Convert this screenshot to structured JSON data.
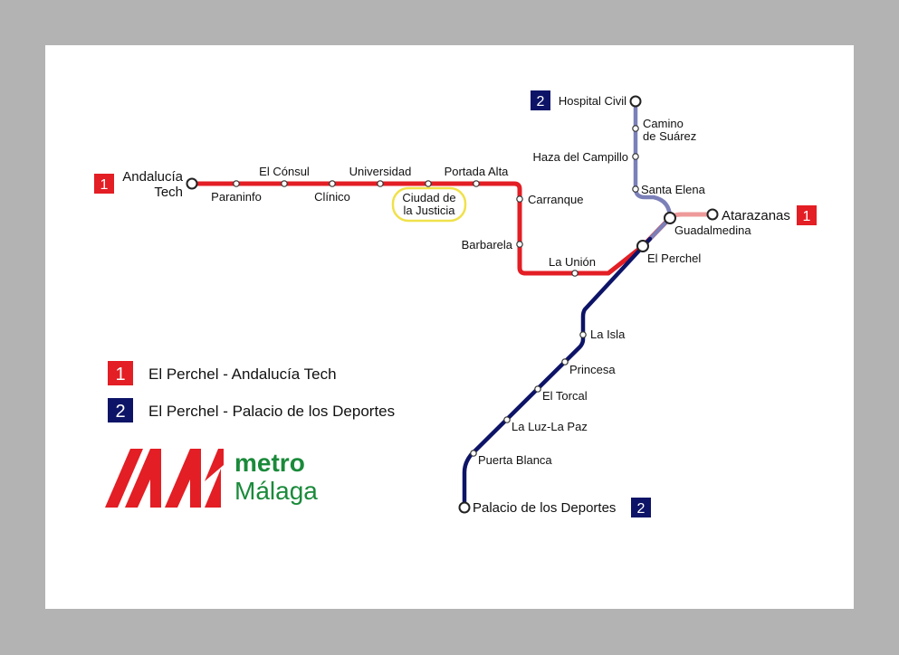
{
  "colors": {
    "line1": "#e31e24",
    "line1_light": "#ef9a9a",
    "line2": "#0d1467",
    "line2_light": "#7b80b8",
    "badge1": "#e31e24",
    "badge2": "#0d1467",
    "logo_text": "#1a8a3a",
    "logo_mark": "#e31e24",
    "highlight": "#f0e14a"
  },
  "line1": {
    "badge": "1",
    "stations": {
      "andalucia_tech_1": "Andalucía",
      "andalucia_tech_2": "Tech",
      "paraninfo": "Paraninfo",
      "el_consul": "El Cónsul",
      "clinico": "Clínico",
      "universidad": "Universidad",
      "ciudad_justicia_1": "Ciudad de",
      "ciudad_justicia_2": "la Justicia",
      "portada_alta": "Portada Alta",
      "carranque": "Carranque",
      "barbarela": "Barbarela",
      "la_union": "La Unión",
      "el_perchel": "El Perchel",
      "guadalmedina": "Guadalmedina",
      "atarazanas": "Atarazanas"
    }
  },
  "line2": {
    "badge": "2",
    "stations": {
      "hospital_civil": "Hospital Civil",
      "camino_suarez_1": "Camino",
      "camino_suarez_2": "de Suárez",
      "haza_campillo": "Haza del Campillo",
      "santa_elena": "Santa Elena",
      "la_isla": "La Isla",
      "princesa": "Princesa",
      "el_torcal": "El Torcal",
      "la_luz_la_paz": "La Luz-La Paz",
      "puerta_blanca": "Puerta Blanca",
      "palacio_deportes": "Palacio de los Deportes"
    }
  },
  "legend": [
    {
      "badge": "1",
      "label": "El Perchel - Andalucía Tech"
    },
    {
      "badge": "2",
      "label": "El Perchel - Palacio de los Deportes"
    }
  ],
  "logo": {
    "line1": "metro",
    "line2": "Málaga"
  }
}
